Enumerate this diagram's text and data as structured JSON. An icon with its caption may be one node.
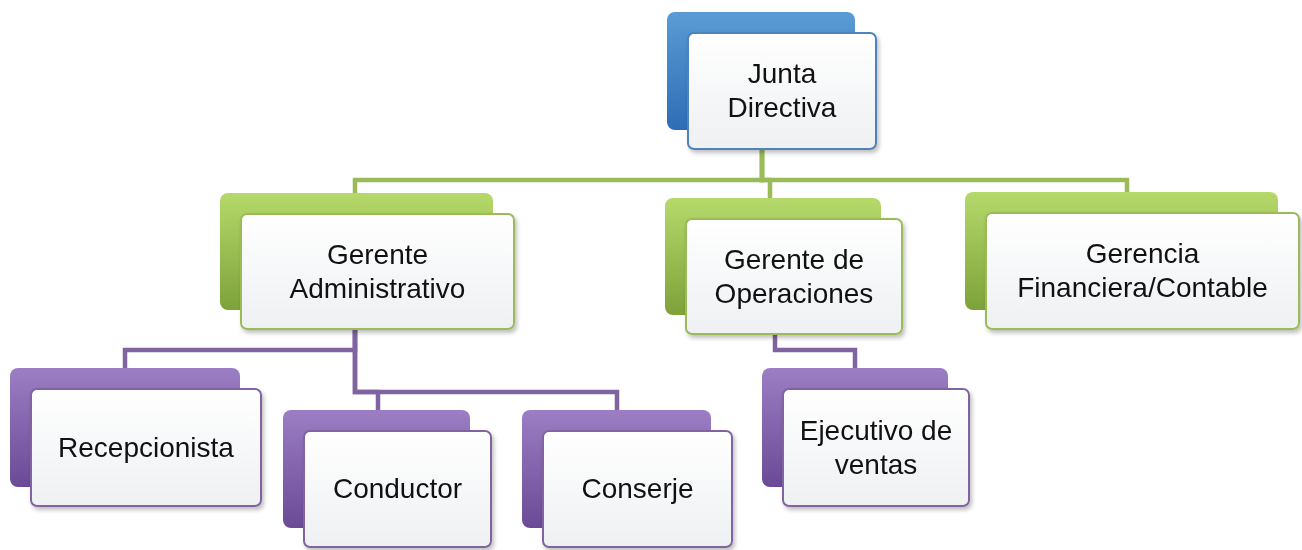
{
  "diagram": {
    "nodes": [
      {
        "text": [
          "Junta Directiva"
        ]
      },
      {
        "text": [
          "Gerente Administrativo"
        ]
      },
      {
        "text": [
          "Gerente de Operaciones"
        ]
      },
      {
        "text": [
          "Gerencia Financiera/Contable"
        ]
      },
      {
        "text": [
          "Recepcionista"
        ]
      },
      {
        "text": [
          "Conductor"
        ]
      },
      {
        "text": [
          "Conserje"
        ]
      },
      {
        "text": [
          "Ejecutivo de ventas"
        ]
      }
    ],
    "edges": [
      {
        "from": 0,
        "to": 1,
        "arrow": "none",
        "color": "#9bbb59"
      },
      {
        "from": 0,
        "to": 2,
        "arrow": "none",
        "color": "#9bbb59"
      },
      {
        "from": 0,
        "to": 3,
        "arrow": "none",
        "color": "#9bbb59"
      },
      {
        "from": 1,
        "to": 4,
        "arrow": "none"
      },
      {
        "from": 1,
        "to": 5,
        "arrow": "none"
      },
      {
        "from": 1,
        "to": 6,
        "arrow": "none"
      },
      {
        "from": 2,
        "to": 7,
        "arrow": "none"
      }
    ]
  }
}
